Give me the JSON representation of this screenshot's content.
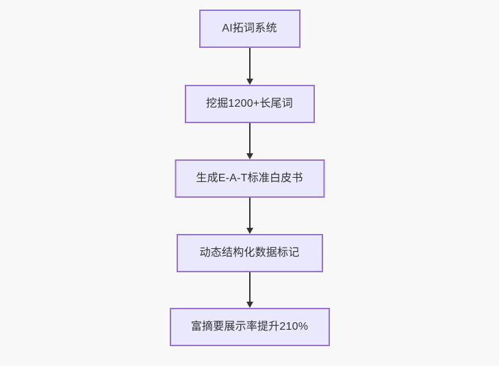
{
  "diagram": {
    "type": "flowchart",
    "direction": "top-to-bottom",
    "background_color": "#f8f8f8",
    "node_fill_color": "#eae8fd",
    "node_border_color": "#9673d3",
    "node_text_color": "#333333",
    "connector_color": "#333333",
    "nodes": [
      {
        "id": "n0",
        "label": "AI拓词系统"
      },
      {
        "id": "n1",
        "label": "挖掘1200+长尾词"
      },
      {
        "id": "n2",
        "label": "生成E-A-T标准白皮书"
      },
      {
        "id": "n3",
        "label": "动态结构化数据标记"
      },
      {
        "id": "n4",
        "label": "富摘要展示率提升210%"
      }
    ],
    "edges": [
      {
        "from": "n0",
        "to": "n1",
        "arrow": "arrow-down-icon"
      },
      {
        "from": "n1",
        "to": "n2",
        "arrow": "arrow-down-icon"
      },
      {
        "from": "n2",
        "to": "n3",
        "arrow": "arrow-down-icon"
      },
      {
        "from": "n3",
        "to": "n4",
        "arrow": "arrow-down-icon"
      }
    ]
  }
}
